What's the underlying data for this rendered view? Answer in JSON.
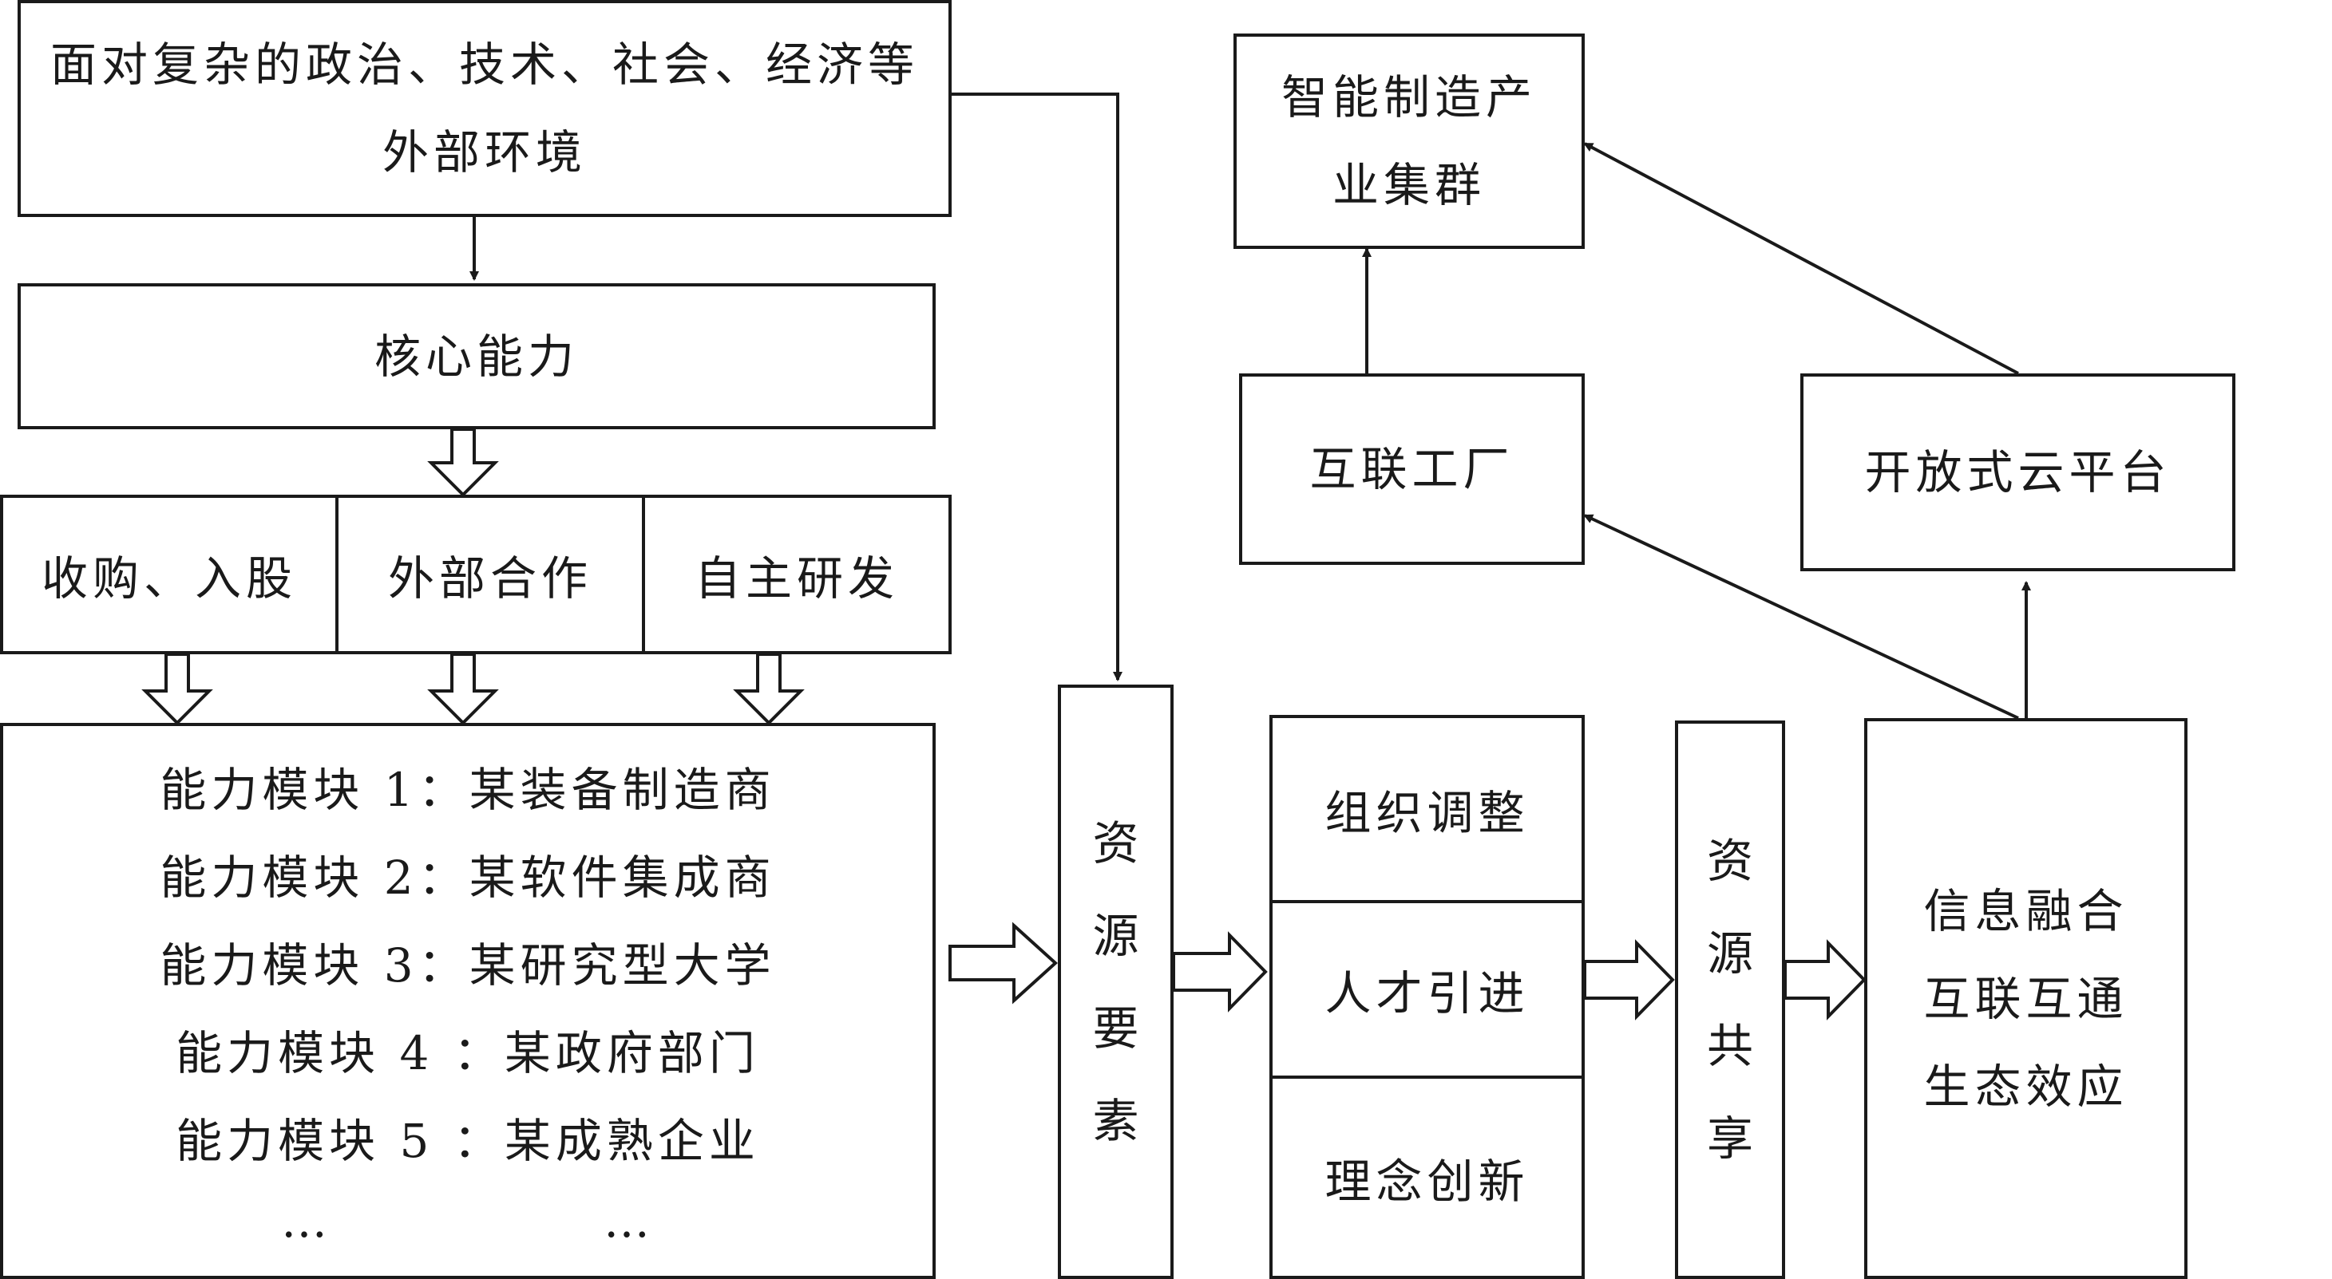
{
  "environment": {
    "line1": "面对复杂的政治、技术、社会、经济等",
    "line2": "外部环境"
  },
  "core": {
    "label": "核心能力"
  },
  "paths": [
    "收购、入股",
    "外部合作",
    "自主研发"
  ],
  "modules": [
    "能力模块 1：某装备制造商",
    "能力模块 2：某软件集成商",
    "能力模块 3：某研究型大学",
    "能力模块 4 ：某政府部门",
    "能力模块 5 ：某成熟企业"
  ],
  "modules_ellipsis": [
    "…",
    "…"
  ],
  "resource_elements": [
    "资",
    "源",
    "要",
    "素"
  ],
  "adjustments": [
    "组织调整",
    "人才引进",
    "理念创新"
  ],
  "resource_sharing": [
    "资",
    "源",
    "共",
    "享"
  ],
  "effects": [
    "信息融合",
    "互联互通",
    "生态效应"
  ],
  "cluster": {
    "line1": "智能制造产",
    "line2": "业集群"
  },
  "factory": {
    "label": "互联工厂"
  },
  "cloud": {
    "label": "开放式云平台"
  }
}
